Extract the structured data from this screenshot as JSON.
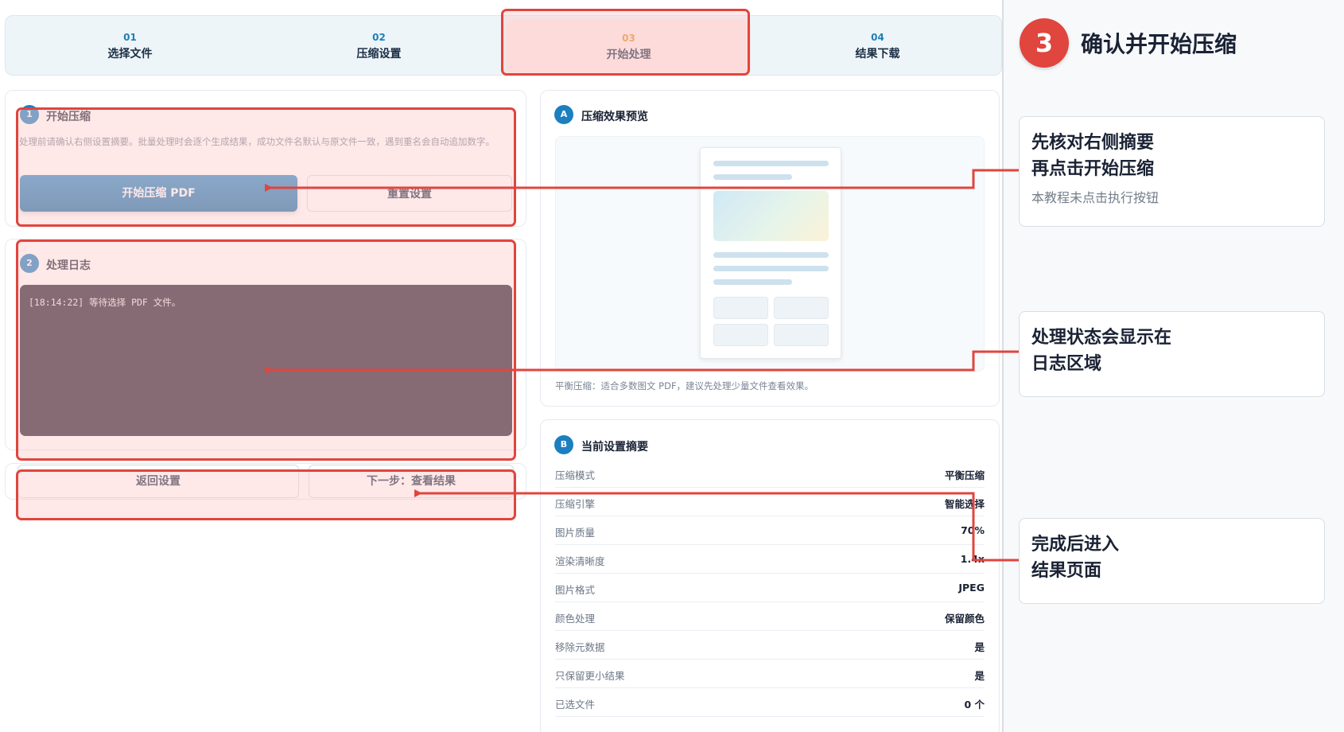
{
  "steps": [
    {
      "num": "01",
      "label": "选择文件"
    },
    {
      "num": "02",
      "label": "压缩设置"
    },
    {
      "num": "03",
      "label": "开始处理"
    },
    {
      "num": "04",
      "label": "结果下载"
    }
  ],
  "start_panel": {
    "badge": "1",
    "title": "开始压缩",
    "description": "处理前请确认右侧设置摘要。批量处理时会逐个生成结果，成功文件名默认与原文件一致，遇到重名会自动追加数字。",
    "start_button": "开始压缩 PDF",
    "reset_button": "重置设置"
  },
  "log_panel": {
    "badge": "2",
    "title": "处理日志",
    "entry": "[18:14:22] 等待选择 PDF 文件。"
  },
  "nav": {
    "back_button": "返回设置",
    "next_button": "下一步：查看结果"
  },
  "preview_panel": {
    "badge": "A",
    "title": "压缩效果预览",
    "hint": "平衡压缩：适合多数图文 PDF，建议先处理少量文件查看效果。"
  },
  "summary_panel": {
    "badge": "B",
    "title": "当前设置摘要",
    "rows": [
      {
        "key": "压缩模式",
        "value": "平衡压缩"
      },
      {
        "key": "压缩引擎",
        "value": "智能选择"
      },
      {
        "key": "图片质量",
        "value": "70%"
      },
      {
        "key": "渲染清晰度",
        "value": "1.4x"
      },
      {
        "key": "图片格式",
        "value": "JPEG"
      },
      {
        "key": "颜色处理",
        "value": "保留颜色"
      },
      {
        "key": "移除元数据",
        "value": "是"
      },
      {
        "key": "只保留更小结果",
        "value": "是"
      },
      {
        "key": "已选文件",
        "value": "0 个"
      }
    ]
  },
  "tutorial": {
    "step_number": "3",
    "title": "确认并开始压缩",
    "notes": [
      {
        "line1": "先核对右侧摘要",
        "line2": "再点击开始压缩",
        "sub": "本教程未点击执行按钮"
      },
      {
        "line1": "处理状态会显示在",
        "line2": "日志区域"
      },
      {
        "line1": "完成后进入",
        "line2": "结果页面"
      }
    ]
  },
  "colors": {
    "highlight": "#e0453e",
    "primary": "#1c7fbf",
    "active_step_num": "#e28a1e",
    "log_bg": "#261c2e"
  }
}
